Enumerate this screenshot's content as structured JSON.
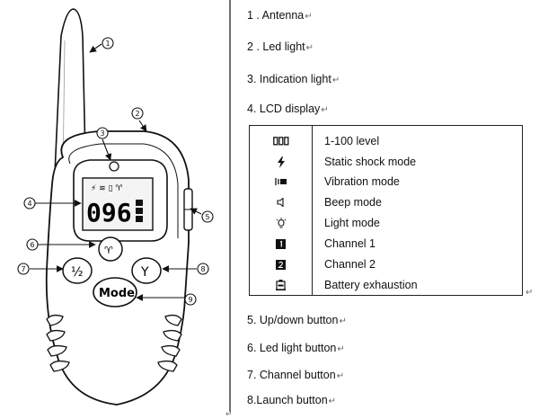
{
  "parts": [
    {
      "number": "1",
      "label": "1 . Antenna"
    },
    {
      "number": "2",
      "label": "2 . Led light"
    },
    {
      "number": "3",
      "label": "3. Indication light"
    },
    {
      "number": "4",
      "label": "4. LCD display"
    },
    {
      "number": "5",
      "label": "5. Up/down button"
    },
    {
      "number": "6",
      "label": "6. Led light button"
    },
    {
      "number": "7",
      "label": "7. Channel button"
    },
    {
      "number": "8",
      "label": "8.Launch button"
    },
    {
      "number": "9",
      "label": ""
    }
  ],
  "legend": [
    {
      "icon": "level-digits-icon",
      "text": "1-100 level"
    },
    {
      "icon": "lightning-icon",
      "text": "Static shock mode"
    },
    {
      "icon": "vibration-icon",
      "text": "Vibration mode"
    },
    {
      "icon": "beep-icon",
      "text": "Beep mode"
    },
    {
      "icon": "light-bulb-icon",
      "text": "Light mode"
    },
    {
      "icon": "channel-1-icon",
      "text": "Channel 1"
    },
    {
      "icon": "channel-2-icon",
      "text": "Channel 2"
    },
    {
      "icon": "battery-icon",
      "text": "Battery exhaustion"
    }
  ],
  "device": {
    "lcd_value": "096",
    "left_button": "½",
    "mode_button": "Mode",
    "right_button": "Y"
  },
  "paragraph_mark": "↵"
}
